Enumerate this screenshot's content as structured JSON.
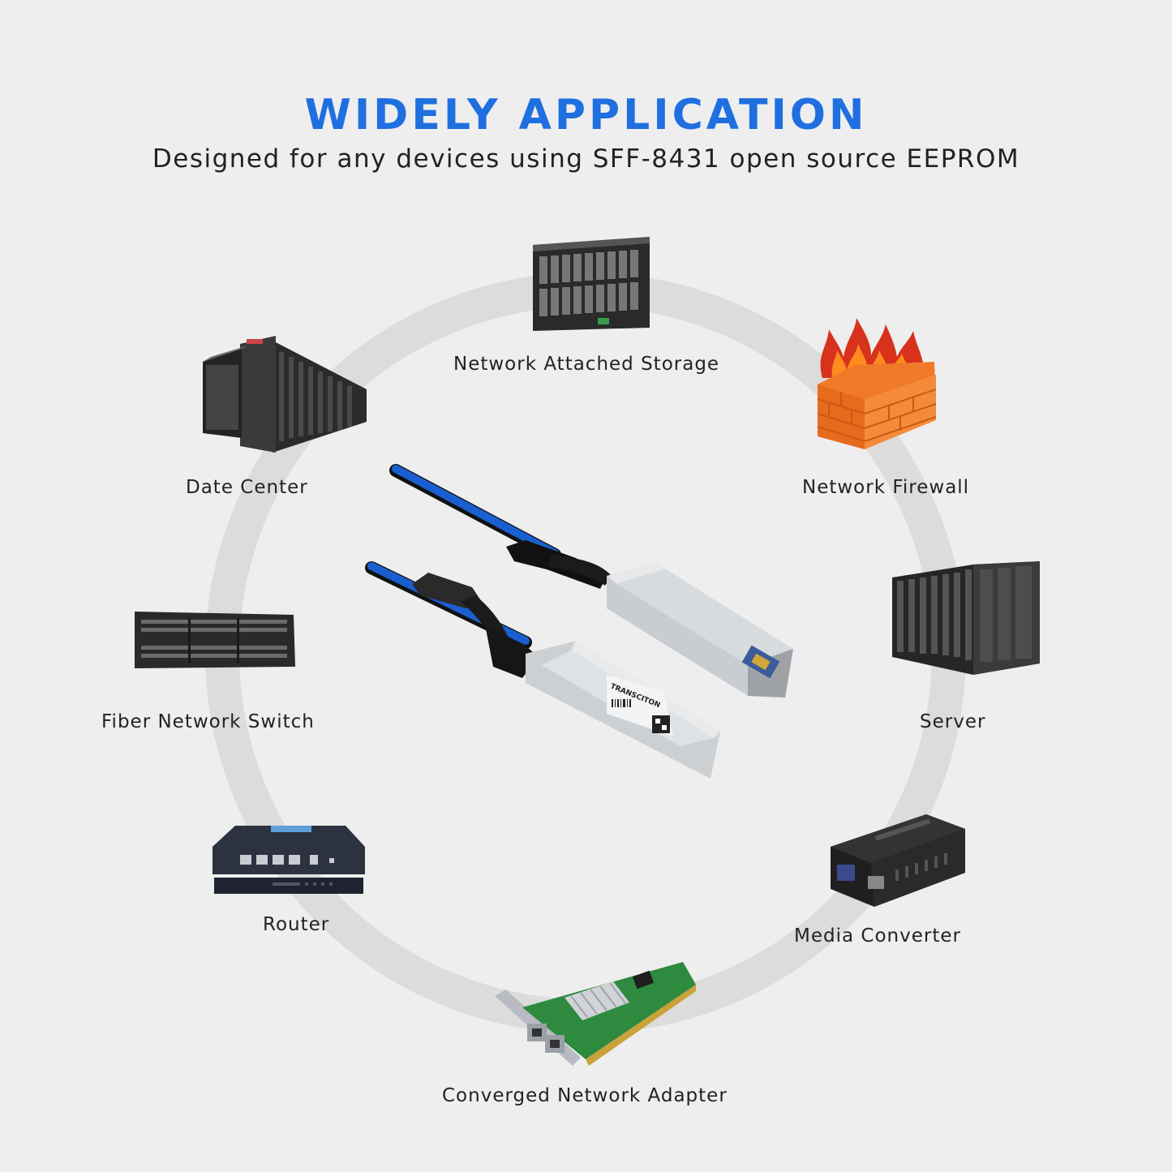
{
  "header": {
    "title": "WIDELY APPLICATION",
    "subtitle": "Designed for any devices using SFF-8431 open source EEPROM"
  },
  "devices": {
    "nas": {
      "label": "Network Attached Storage",
      "icon": "storage-rack-icon"
    },
    "data_center": {
      "label": "Date Center",
      "icon": "server-racks-icon"
    },
    "firewall": {
      "label": "Network Firewall",
      "icon": "brick-wall-fire-icon"
    },
    "switch": {
      "label": "Fiber Network Switch",
      "icon": "network-switch-icon"
    },
    "server": {
      "label": "Server",
      "icon": "server-rack-icon"
    },
    "router": {
      "label": "Router",
      "icon": "router-icon"
    },
    "media_converter": {
      "label": "Media Converter",
      "icon": "media-converter-icon"
    },
    "adapter": {
      "label": "Converged Network Adapter",
      "icon": "network-card-icon"
    }
  },
  "product": {
    "brand": "TRANSCITON",
    "icon": "sfp-dac-cable-icon"
  },
  "colors": {
    "accent": "#1f6fe0",
    "cable": "#1a5fd0",
    "fire": "#e2371a",
    "brick": "#f07a2a",
    "pcb": "#2e8a3e"
  }
}
